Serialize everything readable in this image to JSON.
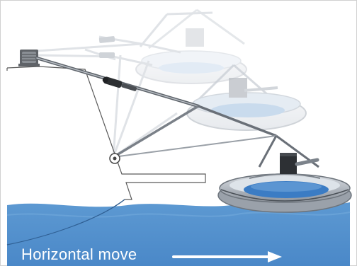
{
  "diagram": {
    "caption": "Horizontal move",
    "colors": {
      "sea": "#5b97d0",
      "sea_dark": "#3f7fc2",
      "hull_line": "#555555",
      "boom": "#8a8f96",
      "ghost": "#d7dbe0",
      "boat_blue": "#3b7cc4",
      "boat_grey": "#a9afb7",
      "arrow": "#ffffff"
    },
    "icons": [
      "winch-icon",
      "hydraulic-cylinder-icon",
      "pivot-joint-icon",
      "arrow-right-icon"
    ],
    "boat_positions": [
      "stowed",
      "intermediate",
      "lowered"
    ]
  }
}
